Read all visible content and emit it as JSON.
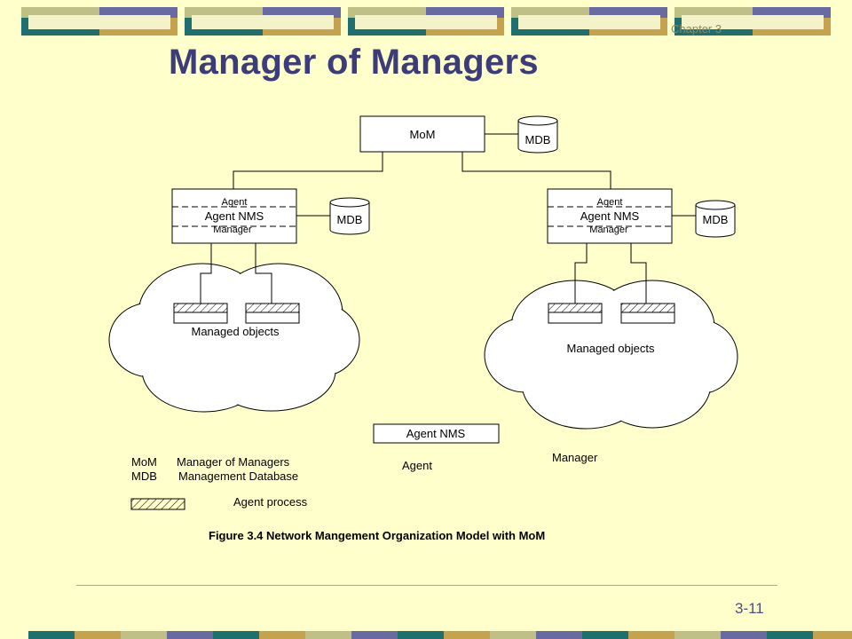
{
  "slide": {
    "chapter_label": "Chapter 3",
    "title": "Manager of Managers",
    "page_number": "3-11"
  },
  "diagram": {
    "mom_label": "MoM",
    "mdb_label": "MDB",
    "agent_label": "Agent",
    "agent_nms_label": "Agent NMS",
    "manager_label": "Manager",
    "managed_objects_label": "Managed objects",
    "caption": "Figure 3.4 Network Mangement Organization Model with MoM"
  },
  "legend": {
    "agent_nms_box_label": "Agent NMS",
    "agent_text": "Agent",
    "manager_text": "Manager",
    "rows": [
      {
        "abbr": "MoM",
        "full": "Manager of Managers"
      },
      {
        "abbr": "MDB",
        "full": "Management Database"
      }
    ],
    "agent_process_label": "Agent process"
  },
  "colors": {
    "background": "#ffffcc",
    "title": "#3c3c7a",
    "bar_olive": "#c0c086",
    "bar_purple": "#6a6aa2",
    "bar_teal": "#1e7070",
    "bar_gold": "#c5a24e"
  }
}
